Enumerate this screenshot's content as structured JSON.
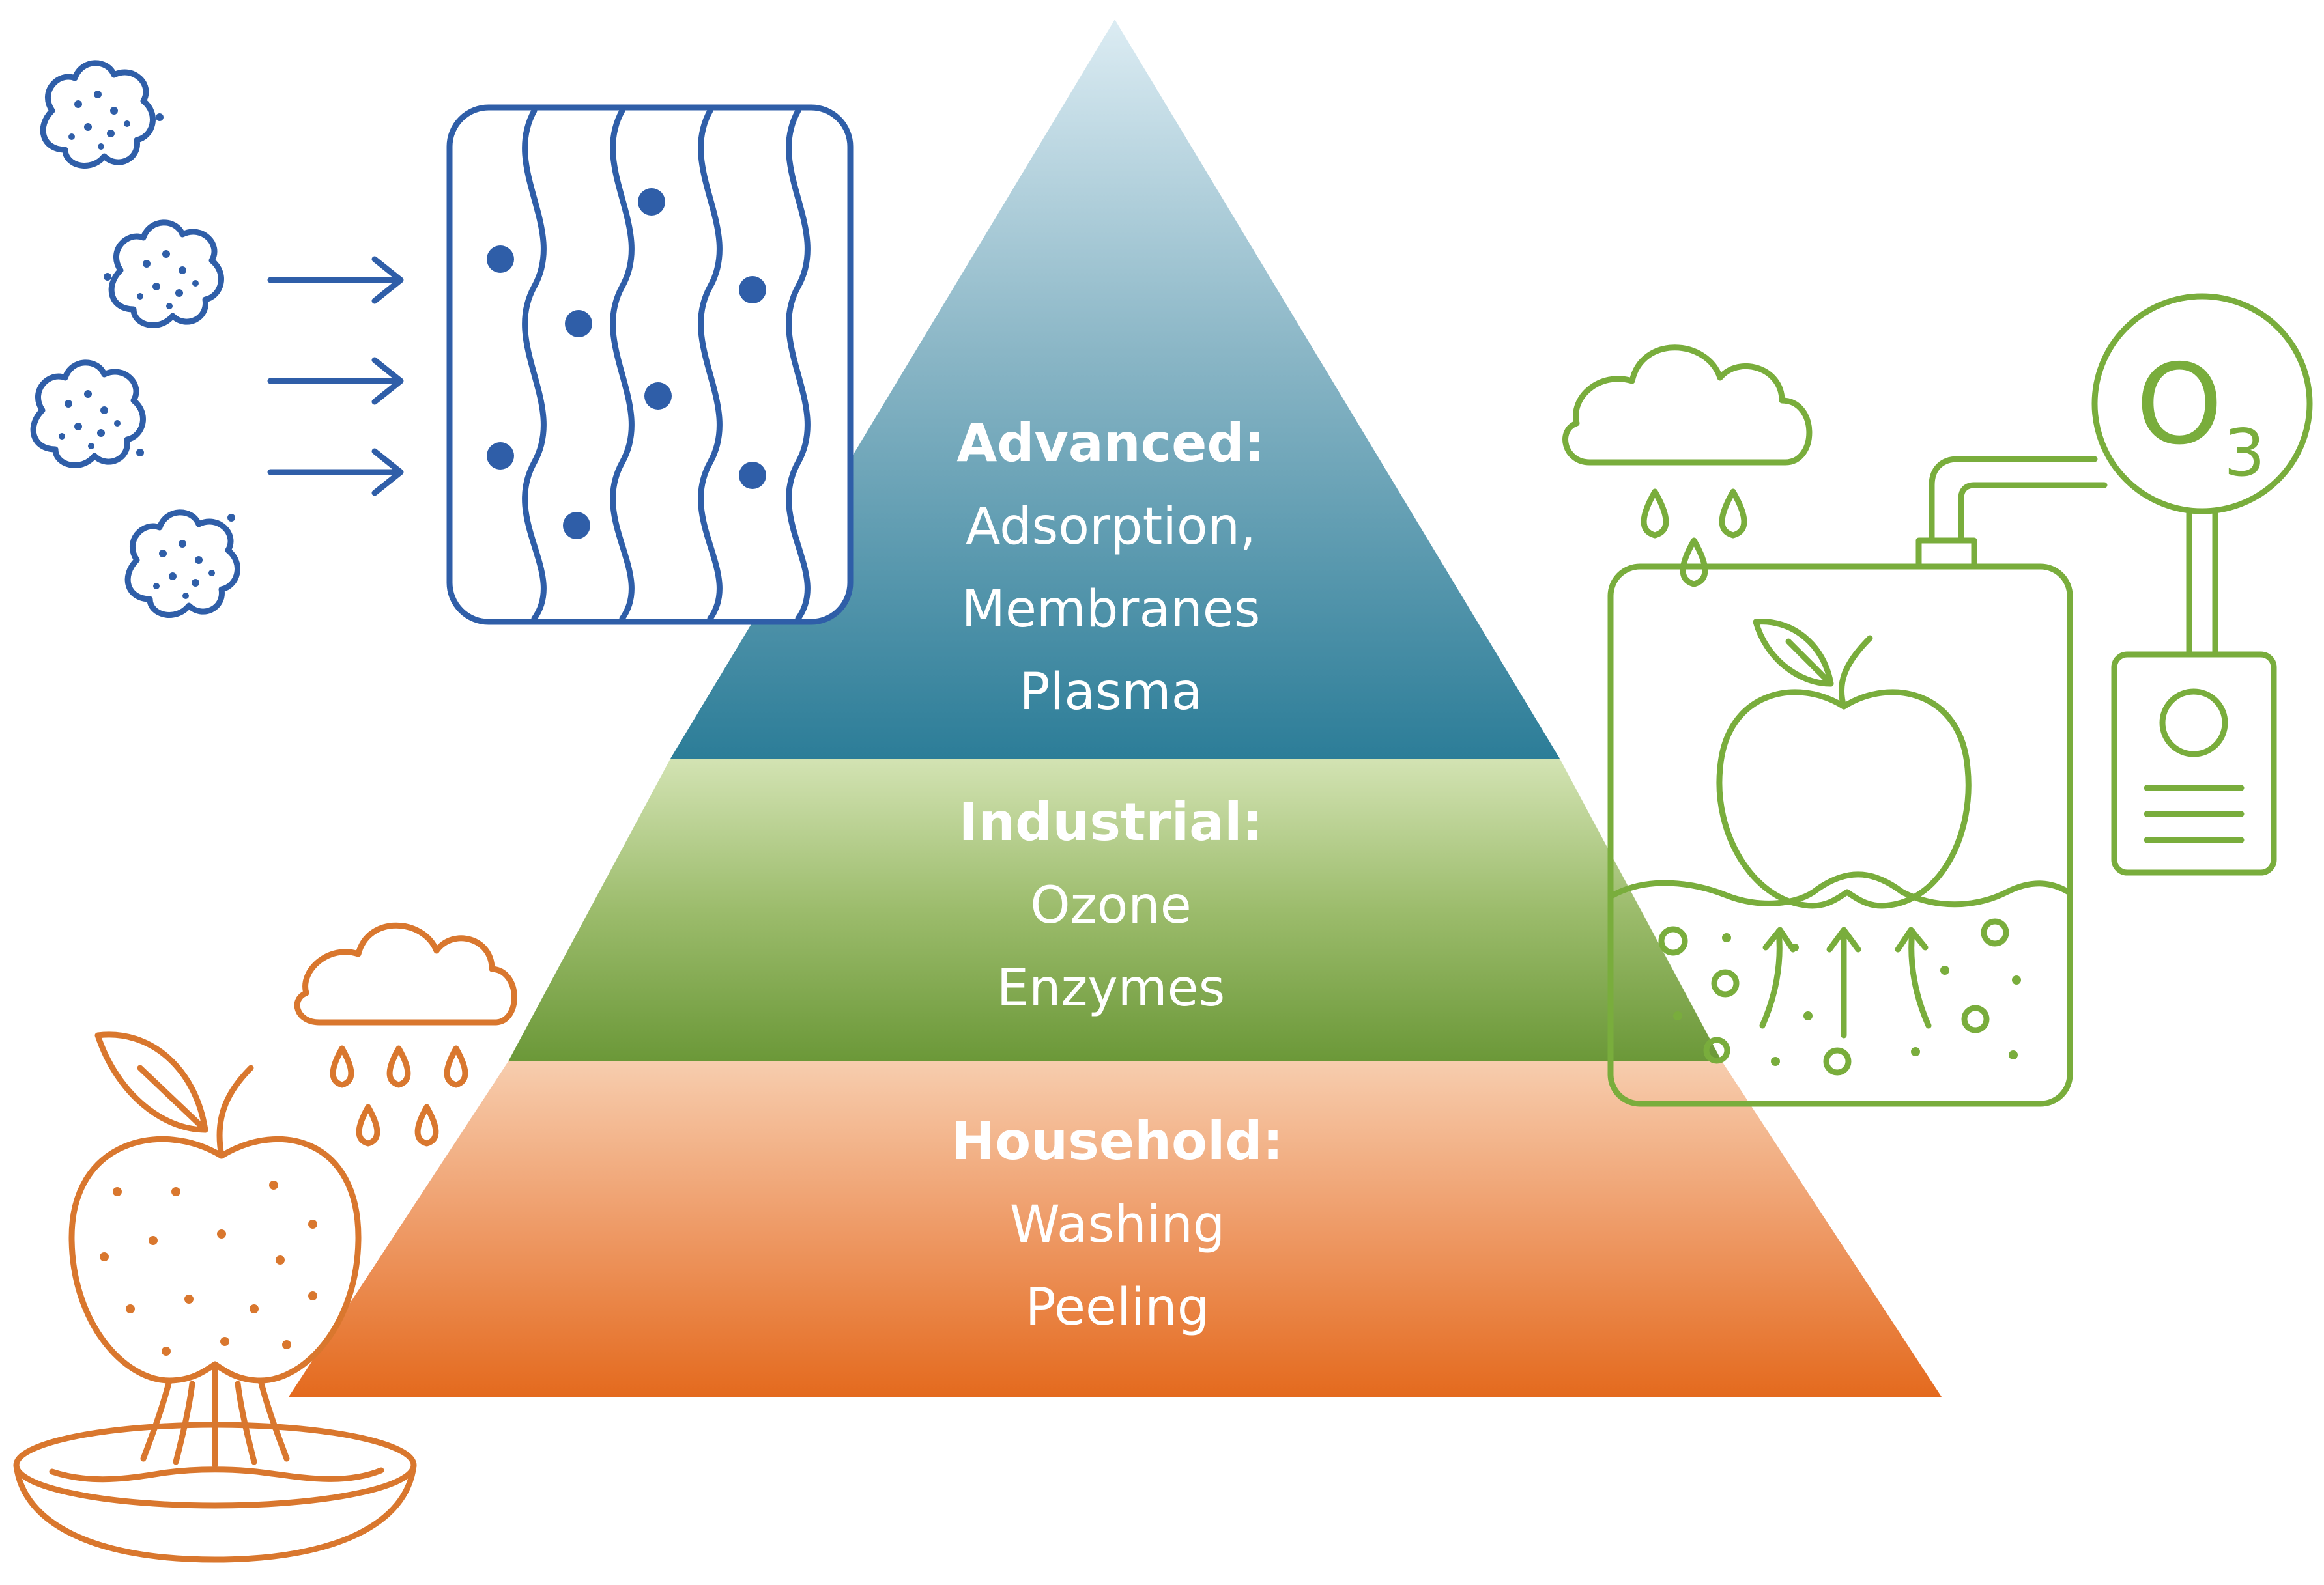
{
  "tiers": [
    {
      "heading": "Advanced:",
      "items": [
        "Adsorption,",
        "Membranes",
        "Plasma"
      ]
    },
    {
      "heading": "Industrial:",
      "items": [
        "Ozone",
        "Enzymes"
      ]
    },
    {
      "heading": "Household:",
      "items": [
        "Washing",
        "Peeling"
      ]
    }
  ],
  "ozone_label": {
    "main": "O",
    "sub": "3"
  },
  "colors": {
    "advanced_top": "#d6ebf2",
    "advanced_bottom": "#2e7f99",
    "industrial_top": "#cfe0ad",
    "industrial_bottom": "#6f9a3a",
    "household_top": "#f6c9a8",
    "household_bottom": "#e56a20",
    "blue_icon": "#2f5ea8",
    "green_icon": "#79ad3c",
    "orange_icon": "#d9772e"
  },
  "icons": {
    "left_top": "filter-membrane-icon",
    "right": "ozone-treatment-tank-icon",
    "left_bottom": "apple-washing-bowl-icon"
  }
}
